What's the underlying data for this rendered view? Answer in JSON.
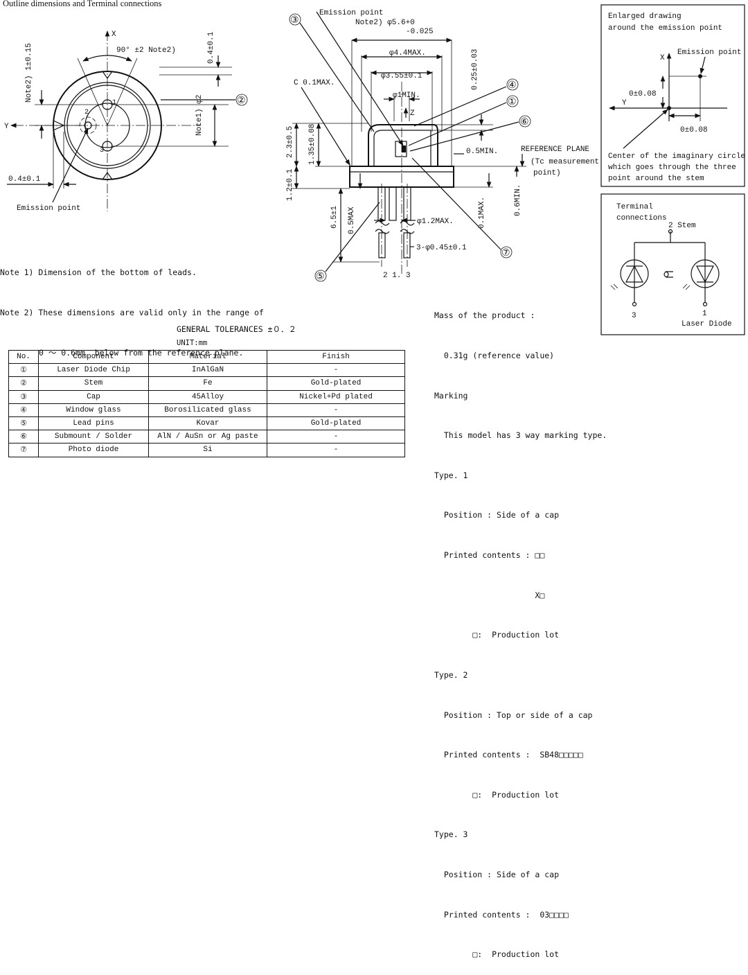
{
  "title": "Outline dimensions and Terminal connections",
  "bottom_view": {
    "axis_x": "X",
    "axis_y": "Y",
    "angle": "90°  ±2  Note2)",
    "note2_dim": "Note2) 1±0.15",
    "top_offset": "0.4±0.1",
    "phi2": "Note1) φ2",
    "side_offset": "0.4±0.1",
    "emission_point": "Emission point",
    "pin_labels": [
      "1",
      "2",
      "3"
    ],
    "callout2": "②"
  },
  "notes": [
    "Note 1) Dimension of the bottom of leads.",
    "Note 2) These dimensions are valid only in the range of",
    "0 ～ 0.6mm  below from the reference plane."
  ],
  "side_view": {
    "emission_point": "Emission point",
    "cap_dia": "Note2) φ5.6+0",
    "cap_dia_tol": "-0.025",
    "phi44": "φ4.4MAX.",
    "phi355": "φ3.55±0.1",
    "phi1": "φ1MIN.",
    "z": "Z",
    "chamfer": "C  0.1MAX.",
    "d025": "0.25±0.03",
    "d23": "2.3±0.5",
    "d135": "1.35±0.08",
    "d05min": "0.5MIN.",
    "ref_plane": "REFERENCE PLANE",
    "tc": "(Tc measurement",
    "point": "point)",
    "d12": "1.2±0.1",
    "d65": "6.5±1",
    "d05max": "0.5MAX",
    "phi12max": "φ1.2MAX.",
    "d01max": "0.1MAX.",
    "d06min": "0.6MIN.",
    "leads": "3-φ0.45±0.1",
    "pin_nums": "2   1. 3",
    "callouts": [
      "③",
      "④",
      "①",
      "⑥",
      "⑤",
      "⑦"
    ]
  },
  "enlarged": {
    "title1": "Enlarged drawing",
    "title2": "around the emission point",
    "x": "X",
    "y": "Y",
    "emission_point": "Emission point",
    "dy": "0±0.08",
    "dx": "0±0.08",
    "caption": [
      "Center of the imaginary circle",
      "which goes through the three",
      "point around the stem"
    ]
  },
  "terminal": {
    "title1": "Terminal",
    "title2": "connections",
    "stem": "2  Stem",
    "pin3": "3",
    "pin1": "1",
    "laser": "Laser Diode"
  },
  "tolerances": "GENERAL TOLERANCES ±０．２",
  "unit": "UNIT:mm",
  "table": {
    "headers": [
      "No.",
      "Component",
      "Material",
      "Finish"
    ],
    "rows": [
      [
        "①",
        "Laser Diode Chip",
        "InAlGaN",
        "-"
      ],
      [
        "②",
        "Stem",
        "Fe",
        "Gold-plated"
      ],
      [
        "③",
        "Cap",
        "45Alloy",
        "Nickel+Pd plated"
      ],
      [
        "④",
        "Window glass",
        "Borosilicated glass",
        "-"
      ],
      [
        "⑤",
        "Lead pins",
        "Kovar",
        "Gold-plated"
      ],
      [
        "⑥",
        "Submount / Solder",
        "AlN / AuSn or Ag paste",
        "-"
      ],
      [
        "⑦",
        "Photo diode",
        "Si",
        "-"
      ]
    ]
  },
  "spec_lines": [
    "Mass of the product :",
    "  0.31g (reference value)",
    "Marking",
    "  This model has 3 way marking type.",
    "Type. 1",
    "  Position : Side of a cap",
    "  Printed contents : □□",
    "                     X□",
    "        □:  Production lot",
    "Type. 2",
    "  Position : Top or side of a cap",
    "  Printed contents :  SB48□□□□□",
    "        □:  Production lot",
    "Type. 3",
    "  Position : Side of a cap",
    "  Printed contents :  03□□□□",
    "        □:  Production lot"
  ]
}
